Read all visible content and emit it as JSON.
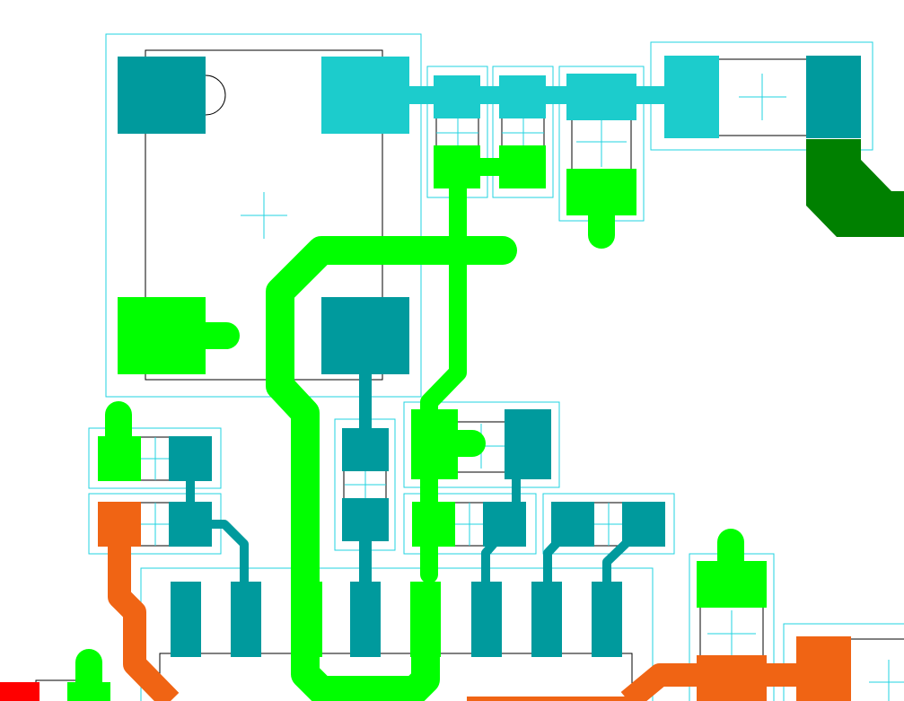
{
  "colors": {
    "background": "#ffffff",
    "courtyard": "#22d3e0",
    "silkscreen": "#000000",
    "pad_teal": "#009a9d",
    "pad_cyan": "#1ccccc",
    "net_green": "#00ff00",
    "net_dark_green": "#008000",
    "net_orange": "#f06414",
    "marker_red": "#ff0000"
  },
  "layers": [
    "courtyard",
    "silkscreen",
    "pads",
    "traces"
  ],
  "nets": [
    "net-green",
    "net-cyan",
    "net-teal",
    "net-orange",
    "net-dark-green"
  ]
}
